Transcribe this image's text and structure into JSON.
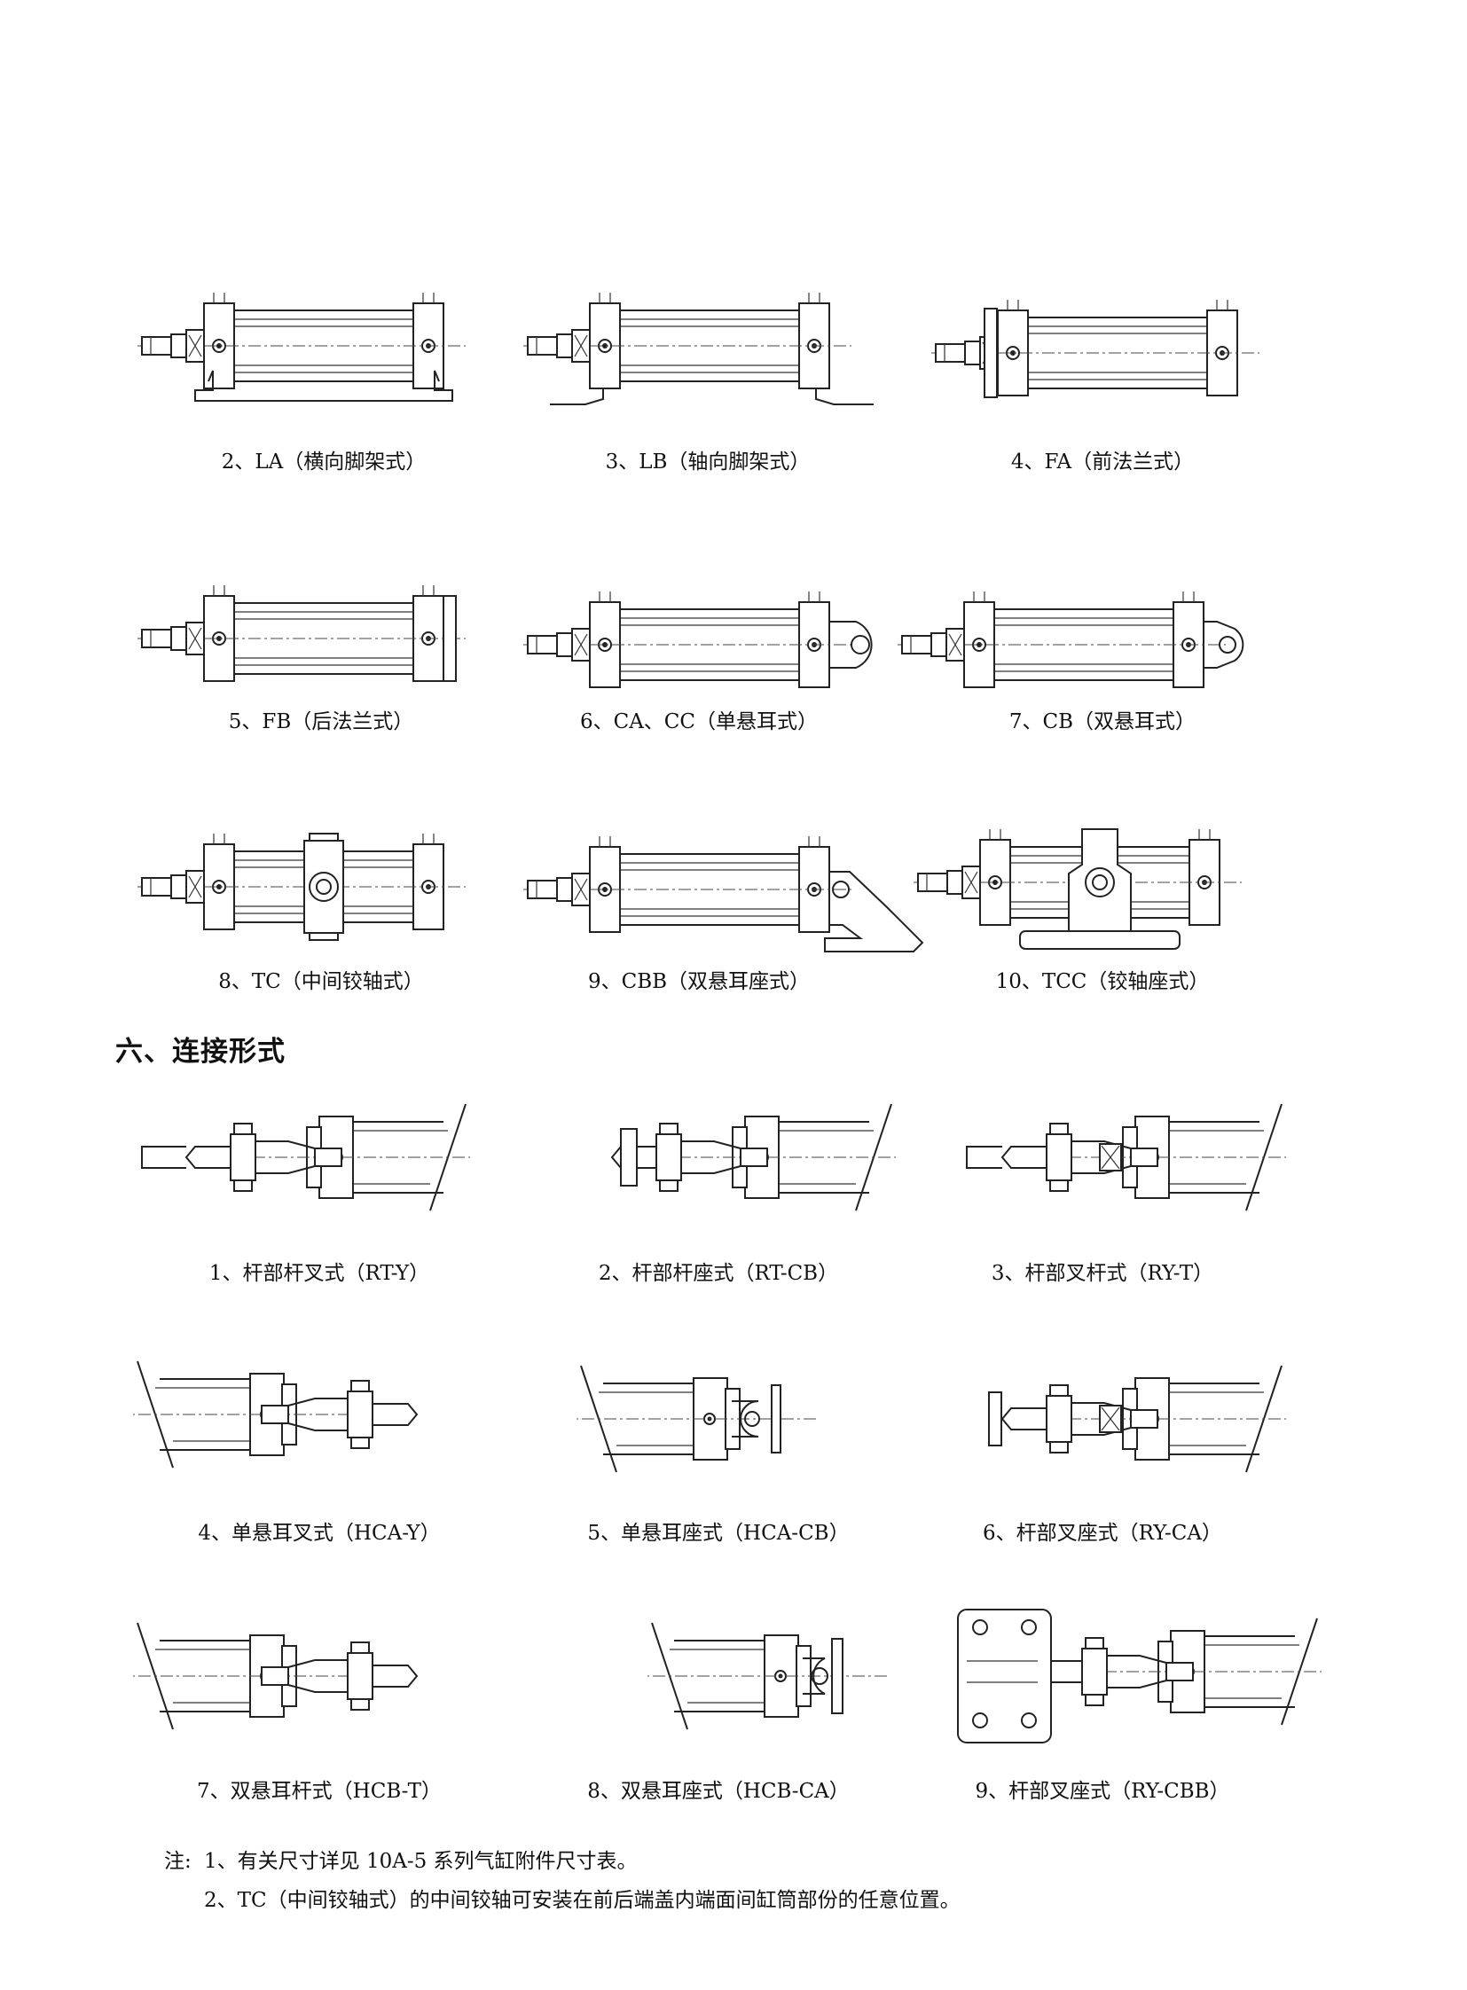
{
  "mounting_captions": [
    "2、LA（横向脚架式）",
    "3、LB（轴向脚架式）",
    "4、FA（前法兰式）",
    "5、FB（后法兰式）",
    "6、CA、CC（单悬耳式）",
    "7、CB（双悬耳式）",
    "8、TC（中间铰轴式）",
    "9、CBB（双悬耳座式）",
    "10、TCC（铰轴座式）"
  ],
  "section_heading": "六、连接形式",
  "connection_captions": [
    "1、杆部杆叉式（RT-Y）",
    "2、杆部杆座式（RT-CB）",
    "3、杆部叉杆式（RY-T）",
    "4、单悬耳叉式（HCA-Y）",
    "5、单悬耳座式（HCA-CB）",
    "6、杆部叉座式（RY-CA）",
    "7、双悬耳杆式（HCB-T）",
    "8、双悬耳座式（HCB-CA）",
    "9、杆部叉座式（RY-CBB）"
  ],
  "notes": {
    "prefix": "注:",
    "line1": "1、有关尺寸详见 10A-5 系列气缸附件尺寸表。",
    "line2": "2、TC（中间铰轴式）的中间铰轴可安装在前后端盖内端面间缸筒部份的任意位置。"
  }
}
